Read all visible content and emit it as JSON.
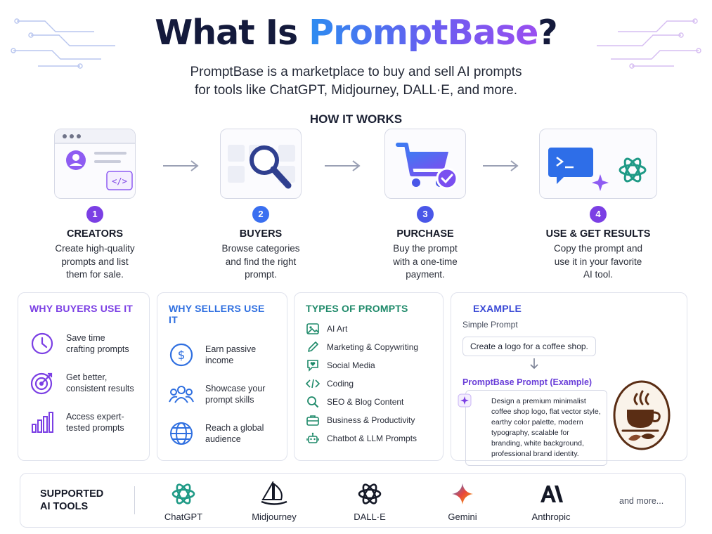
{
  "header": {
    "title_prefix": "What Is ",
    "title_accent": "PromptBase",
    "title_suffix": "?",
    "subtitle_line1": "PromptBase is a marketplace to buy and sell AI prompts",
    "subtitle_line2": "for tools like ChatGPT, Midjourney, DALL·E, and more."
  },
  "how_it_works": {
    "heading": "HOW IT WORKS",
    "steps": [
      {
        "number": "1",
        "title": "CREATORS",
        "desc_lines": [
          "Create high-quality",
          "prompts and list",
          "them for sale."
        ],
        "icon": "browser-profile-code-icon",
        "color": "#7b3fe4"
      },
      {
        "number": "2",
        "title": "BUYERS",
        "desc_lines": [
          "Browse categories",
          "and find the right",
          "prompt."
        ],
        "icon": "magnifier-grid-icon",
        "color": "#3a6ff0"
      },
      {
        "number": "3",
        "title": "PURCHASE",
        "desc_lines": [
          "Buy the prompt",
          "with a one-time",
          "payment."
        ],
        "icon": "shopping-cart-check-icon",
        "color": "#4a57e8"
      },
      {
        "number": "4",
        "title": "USE & GET RESULTS",
        "desc_lines": [
          "Copy the prompt and",
          "use it in your favorite",
          "AI tool."
        ],
        "icon": "terminal-chat-openai-icon",
        "color": "#7b3fe4"
      }
    ]
  },
  "why_buyers": {
    "title": "WHY BUYERS USE IT",
    "color": "#7b3fe4",
    "items": [
      {
        "text": "Save time\ncrafting prompts",
        "icon": "clock-icon"
      },
      {
        "text": "Get better,\nconsistent results",
        "icon": "target-icon"
      },
      {
        "text": "Access expert-\ntested prompts",
        "icon": "bar-chart-icon"
      }
    ]
  },
  "why_sellers": {
    "title": "WHY SELLERS USE IT",
    "color": "#2f6fe0",
    "items": [
      {
        "text": "Earn passive\nincome",
        "icon": "dollar-coin-icon"
      },
      {
        "text": "Showcase your\nprompt skills",
        "icon": "users-icon"
      },
      {
        "text": "Reach a global\naudience",
        "icon": "globe-icon"
      }
    ]
  },
  "types": {
    "title": "TYPES OF PROMPTS",
    "color": "#1f8a6a",
    "items": [
      {
        "label": "AI Art",
        "icon": "image-icon"
      },
      {
        "label": "Marketing & Copywriting",
        "icon": "pen-icon"
      },
      {
        "label": "Social Media",
        "icon": "heart-chat-icon"
      },
      {
        "label": "Coding",
        "icon": "code-icon"
      },
      {
        "label": "SEO & Blog Content",
        "icon": "search-icon"
      },
      {
        "label": "Business & Productivity",
        "icon": "briefcase-icon"
      },
      {
        "label": "Chatbot & LLM Prompts",
        "icon": "robot-icon"
      }
    ]
  },
  "example": {
    "title": "EXAMPLE",
    "color": "#3b4ad6",
    "simple_label": "Simple Prompt",
    "simple_text": "Create a logo for a coffee shop.",
    "pb_label": "PromptBase Prompt (Example)",
    "pb_text": "Design a premium minimalist coffee shop logo, flat vector style, earthy color palette, modern typography, scalable for branding, white background, professional brand identity.",
    "image_icon": "coffee-cup-logo-icon"
  },
  "tools": {
    "heading": "SUPPORTED\nAI TOOLS",
    "items": [
      {
        "name": "ChatGPT",
        "icon": "openai-icon"
      },
      {
        "name": "Midjourney",
        "icon": "sailboat-icon"
      },
      {
        "name": "DALL·E",
        "icon": "openai-icon"
      },
      {
        "name": "Gemini",
        "icon": "gemini-sparkle-icon"
      },
      {
        "name": "Anthropic",
        "icon": "anthropic-ai-icon"
      }
    ],
    "more": "and more..."
  }
}
